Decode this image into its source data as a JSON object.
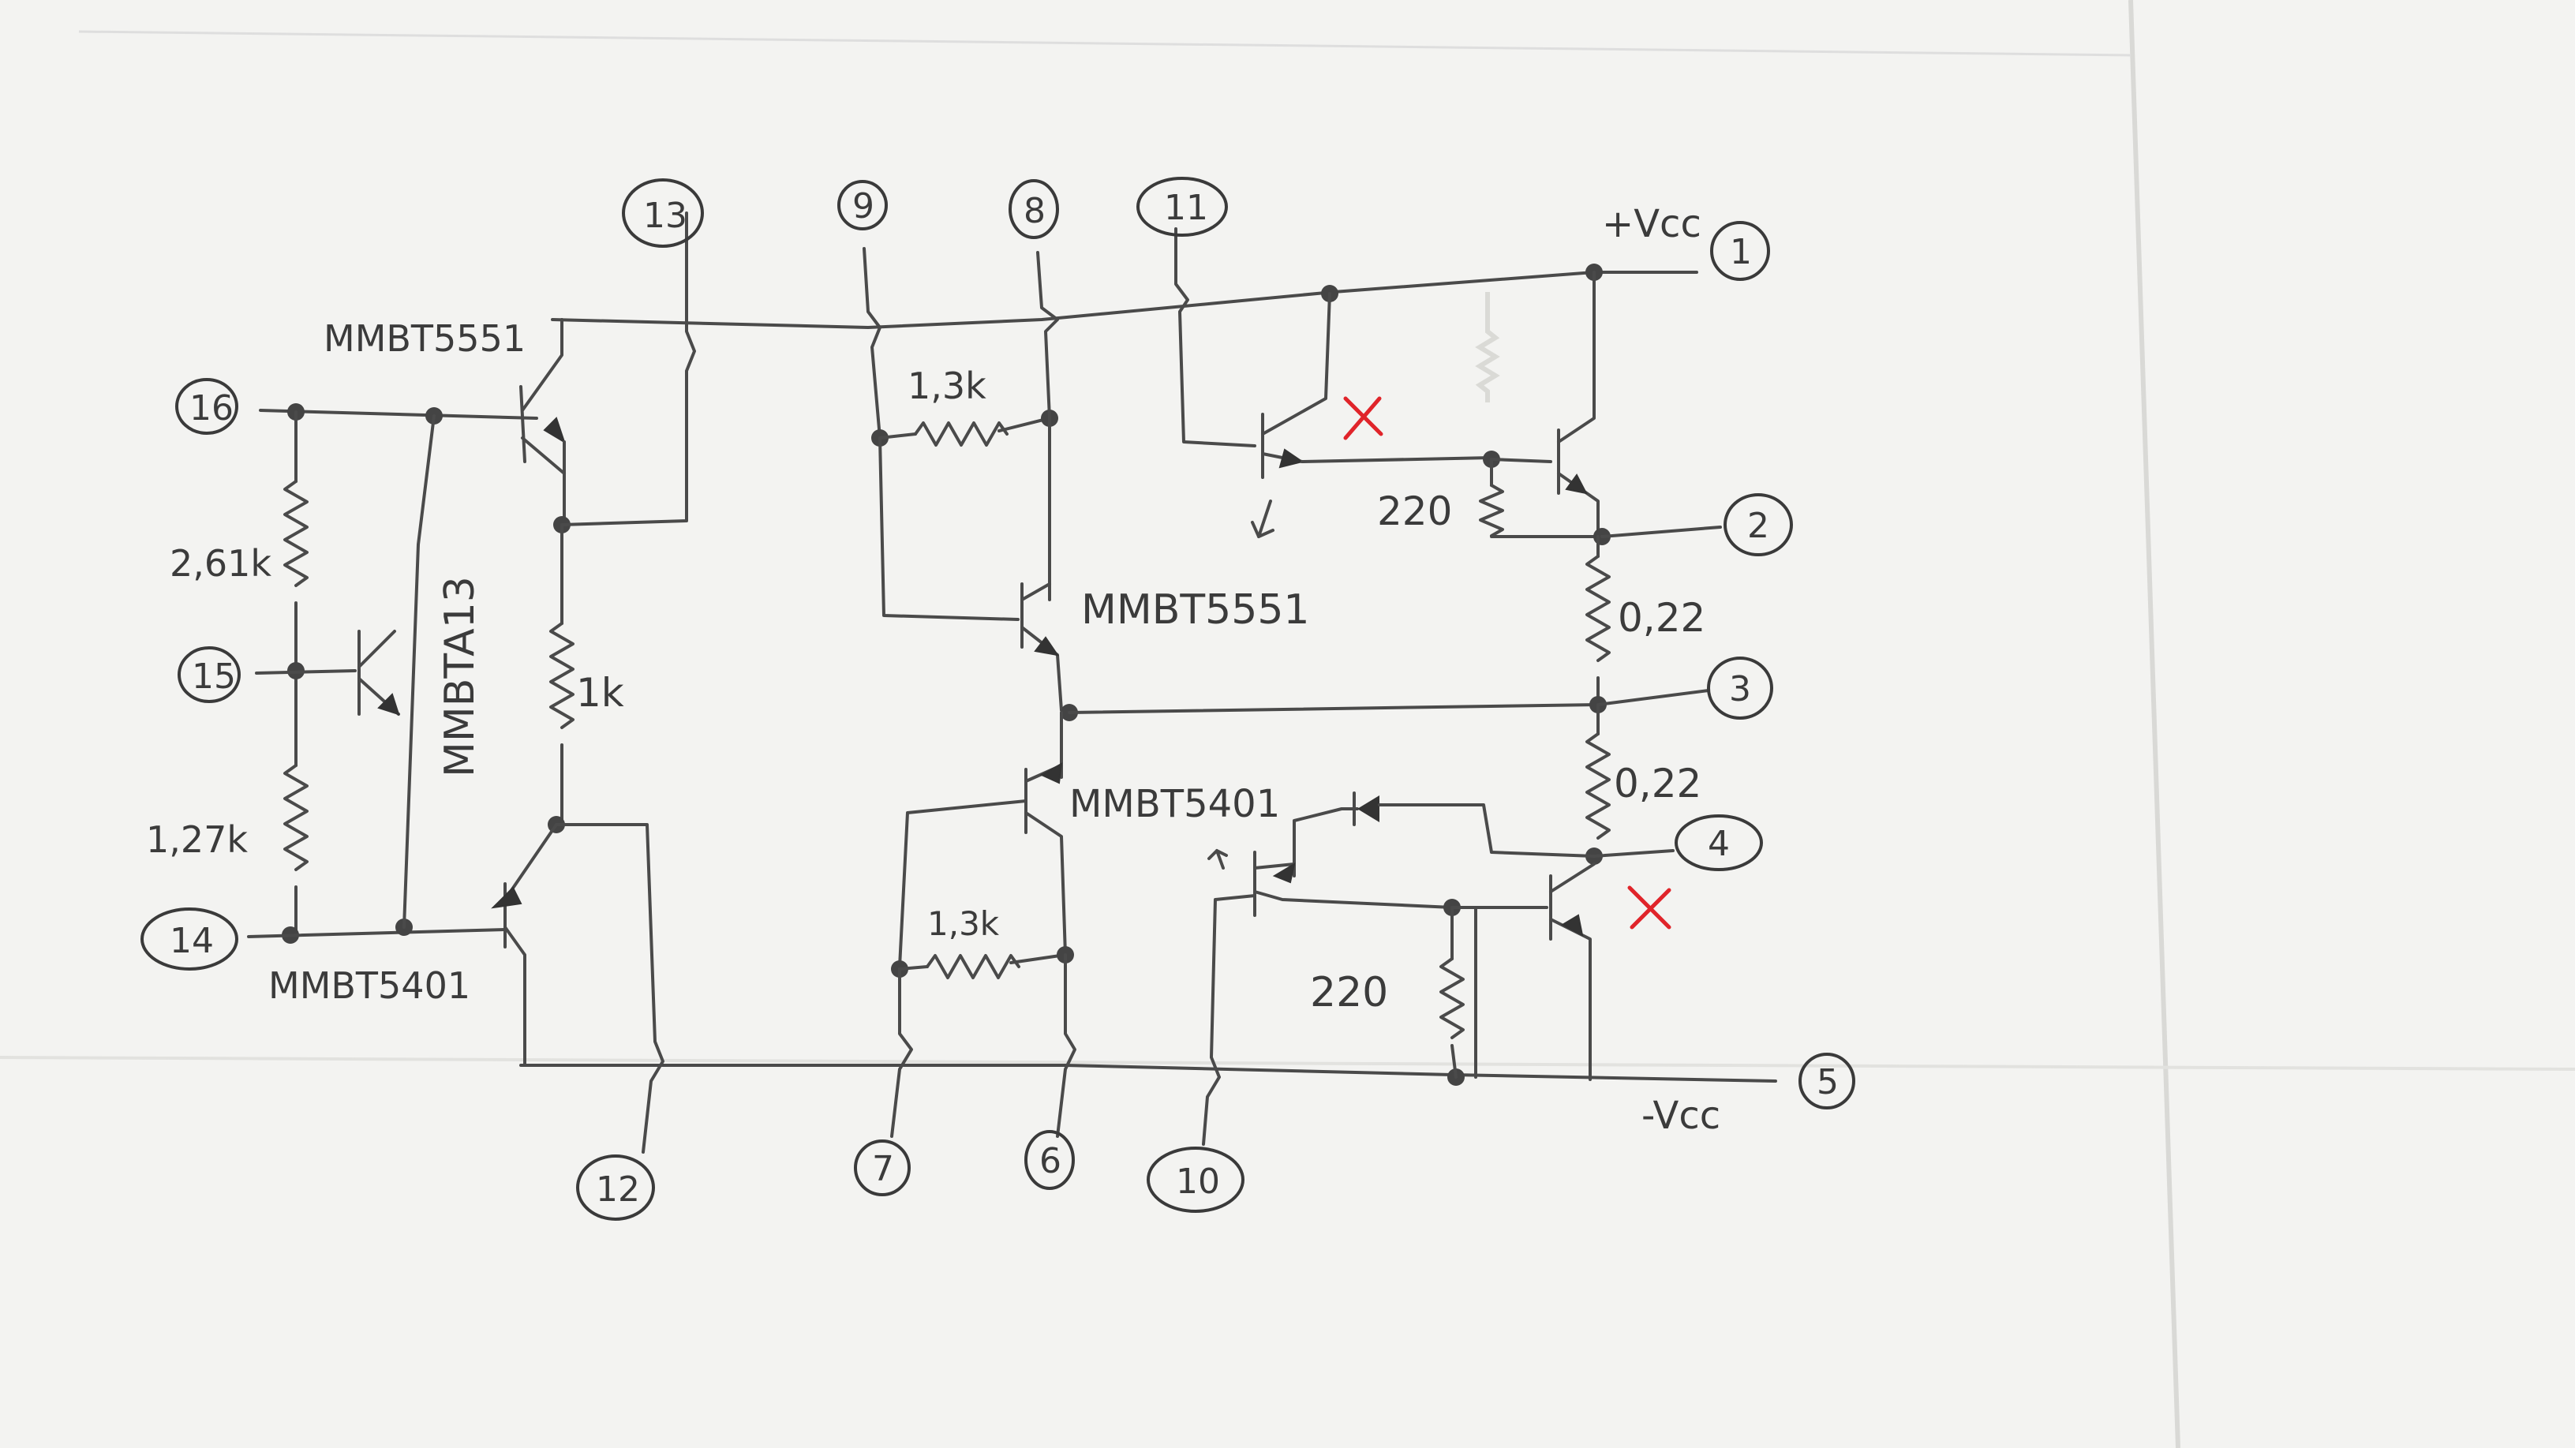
{
  "pins": [
    {
      "id": "pin-1",
      "label": "1"
    },
    {
      "id": "pin-2",
      "label": "2"
    },
    {
      "id": "pin-3",
      "label": "3"
    },
    {
      "id": "pin-4",
      "label": "4"
    },
    {
      "id": "pin-5",
      "label": "5"
    },
    {
      "id": "pin-6",
      "label": "6"
    },
    {
      "id": "pin-7",
      "label": "7"
    },
    {
      "id": "pin-8",
      "label": "8"
    },
    {
      "id": "pin-9",
      "label": "9"
    },
    {
      "id": "pin-10",
      "label": "10"
    },
    {
      "id": "pin-11",
      "label": "11"
    },
    {
      "id": "pin-12",
      "label": "12"
    },
    {
      "id": "pin-13",
      "label": "13"
    },
    {
      "id": "pin-14",
      "label": "14"
    },
    {
      "id": "pin-15",
      "label": "15"
    },
    {
      "id": "pin-16",
      "label": "16"
    }
  ],
  "rails": {
    "positive": "+Vcc",
    "negative": "-Vcc"
  },
  "transistors": {
    "q_top_left": "MMBT5551",
    "q_vbe": "MMBTA13",
    "q_bottom_left": "MMBT5401",
    "q_driver_npn": "MMBT5551",
    "q_driver_pnp": "MMBT5401"
  },
  "resistors": {
    "r_2k61": "2,61k",
    "r_1k27": "1,27k",
    "r_1k": "1k",
    "r_1k3_top": "1,3k",
    "r_1k3_bottom": "1,3k",
    "r_220_top": "220",
    "r_220_bottom": "220",
    "r_022_top": "0,22",
    "r_022_bottom": "0,22"
  },
  "marks": {
    "removed": "X"
  },
  "colors": {
    "paper": "#f3f3f1",
    "pencil": "#444444",
    "red_mark": "#e0242a"
  }
}
